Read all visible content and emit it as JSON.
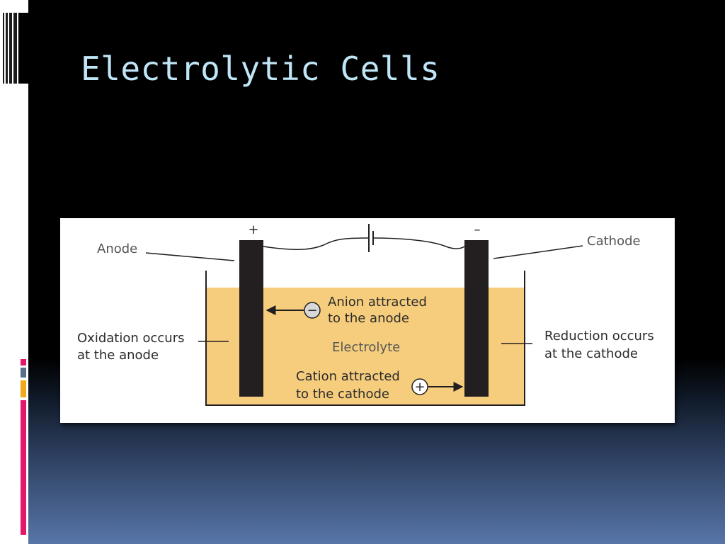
{
  "slide": {
    "title": "Electrolytic Cells"
  },
  "theme": {
    "title_color": "#bfe6f7",
    "background_top": "#000000",
    "background_bottom": "#5775a8",
    "accent_colors": [
      "#e3176c",
      "#5b6f8a",
      "#f3a81b",
      "#e3176c"
    ]
  },
  "diagram": {
    "labels": {
      "anode": "Anode",
      "cathode": "Cathode",
      "plus_terminal": "+",
      "minus_terminal": "–",
      "anion_line1": "Anion attracted",
      "anion_line2": "to the anode",
      "cation_line1": "Cation attracted",
      "cation_line2": "to the cathode",
      "electrolyte": "Electrolyte",
      "oxidation_line1": "Oxidation occurs",
      "oxidation_line2": "at the anode",
      "reduction_line1": "Reduction occurs",
      "reduction_line2": "at the cathode",
      "anion_symbol": "−",
      "cation_symbol": "+"
    },
    "colors": {
      "electrolyte": "#f6cd7d",
      "electrode": "#231f20",
      "ion": "#d8d8d8"
    }
  }
}
